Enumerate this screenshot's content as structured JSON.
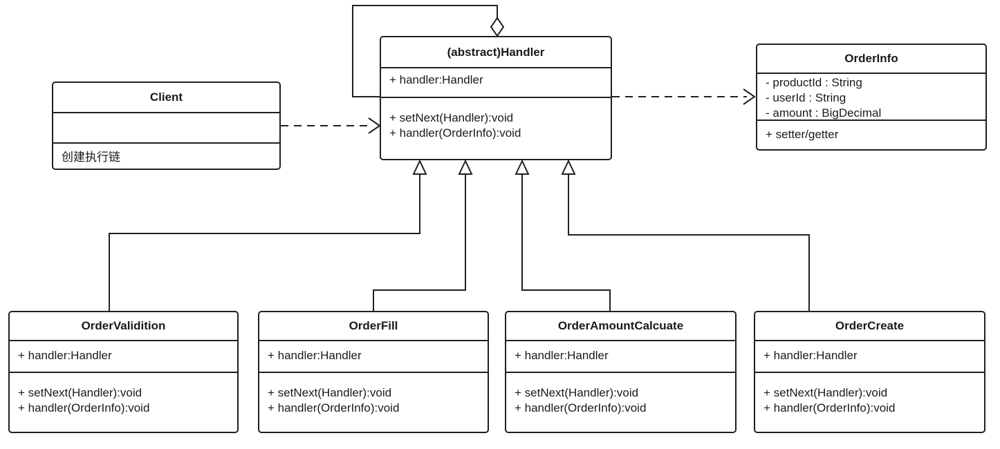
{
  "diagram": {
    "title": "Chain of Responsibility UML class diagram",
    "background_color": "#ffffff",
    "line_color": "#1f1f1f",
    "text_color": "#1a1a1a"
  },
  "classes": {
    "client": {
      "title": "Client",
      "attributes": [],
      "methods": [
        "创建执行链"
      ]
    },
    "handler": {
      "title": "(abstract)Handler",
      "attributes": [
        "+ handler:Handler"
      ],
      "methods": [
        "+ setNext(Handler):void",
        "+ handler(OrderInfo):void"
      ]
    },
    "order_info": {
      "title": "OrderInfo",
      "attributes": [
        "- productId : String",
        "- userId : String",
        "- amount : BigDecimal"
      ],
      "methods": [
        "+ setter/getter"
      ]
    },
    "order_validition": {
      "title": "OrderValidition",
      "attributes": [
        "+ handler:Handler"
      ],
      "methods": [
        "+ setNext(Handler):void",
        "+ handler(OrderInfo):void"
      ]
    },
    "order_fill": {
      "title": "OrderFill",
      "attributes": [
        "+ handler:Handler"
      ],
      "methods": [
        "+ setNext(Handler):void",
        "+ handler(OrderInfo):void"
      ]
    },
    "order_amount_calcuate": {
      "title": "OrderAmountCalcuate",
      "attributes": [
        "+ handler:Handler"
      ],
      "methods": [
        "+ setNext(Handler):void",
        "+ handler(OrderInfo):void"
      ]
    },
    "order_create": {
      "title": "OrderCreate",
      "attributes": [
        "+ handler:Handler"
      ],
      "methods": [
        "+ setNext(Handler):void",
        "+ handler(OrderInfo):void"
      ]
    }
  },
  "relationships": [
    {
      "from": "Handler",
      "to": "Handler",
      "type": "aggregation-self-loop"
    },
    {
      "from": "Client",
      "to": "Handler",
      "type": "dashed-dependency"
    },
    {
      "from": "Handler",
      "to": "OrderInfo",
      "type": "dashed-dependency"
    },
    {
      "from": "OrderValidition",
      "to": "Handler",
      "type": "inheritance"
    },
    {
      "from": "OrderFill",
      "to": "Handler",
      "type": "inheritance"
    },
    {
      "from": "OrderAmountCalcuate",
      "to": "Handler",
      "type": "inheritance"
    },
    {
      "from": "OrderCreate",
      "to": "Handler",
      "type": "inheritance"
    }
  ]
}
